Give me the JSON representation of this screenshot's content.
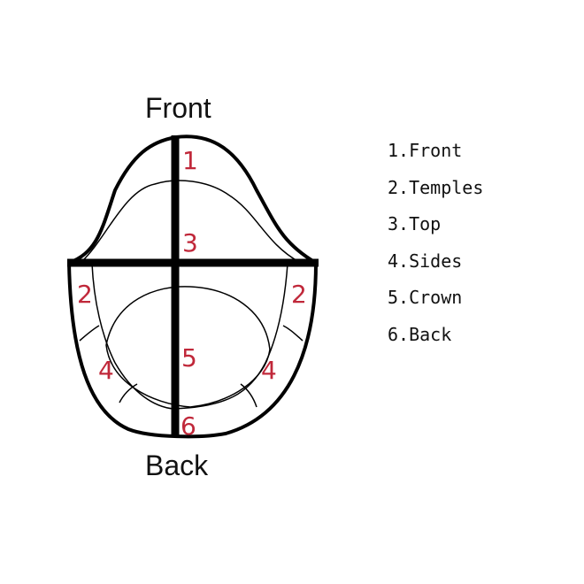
{
  "labels": {
    "front": "Front",
    "back": "Back"
  },
  "regions": [
    {
      "number": "1",
      "name": "Front"
    },
    {
      "number": "2",
      "name": "Temples"
    },
    {
      "number": "3",
      "name": "Top"
    },
    {
      "number": "4",
      "name": "Sides"
    },
    {
      "number": "5",
      "name": "Crown"
    },
    {
      "number": "6",
      "name": "Back"
    }
  ],
  "legend": [
    "1.Front",
    "2.Temples",
    "3.Top",
    "4.Sides",
    "5.Crown",
    "6.Back"
  ],
  "colors": {
    "outline": "#000000",
    "region_number": "#c0283a",
    "text": "#111111"
  }
}
